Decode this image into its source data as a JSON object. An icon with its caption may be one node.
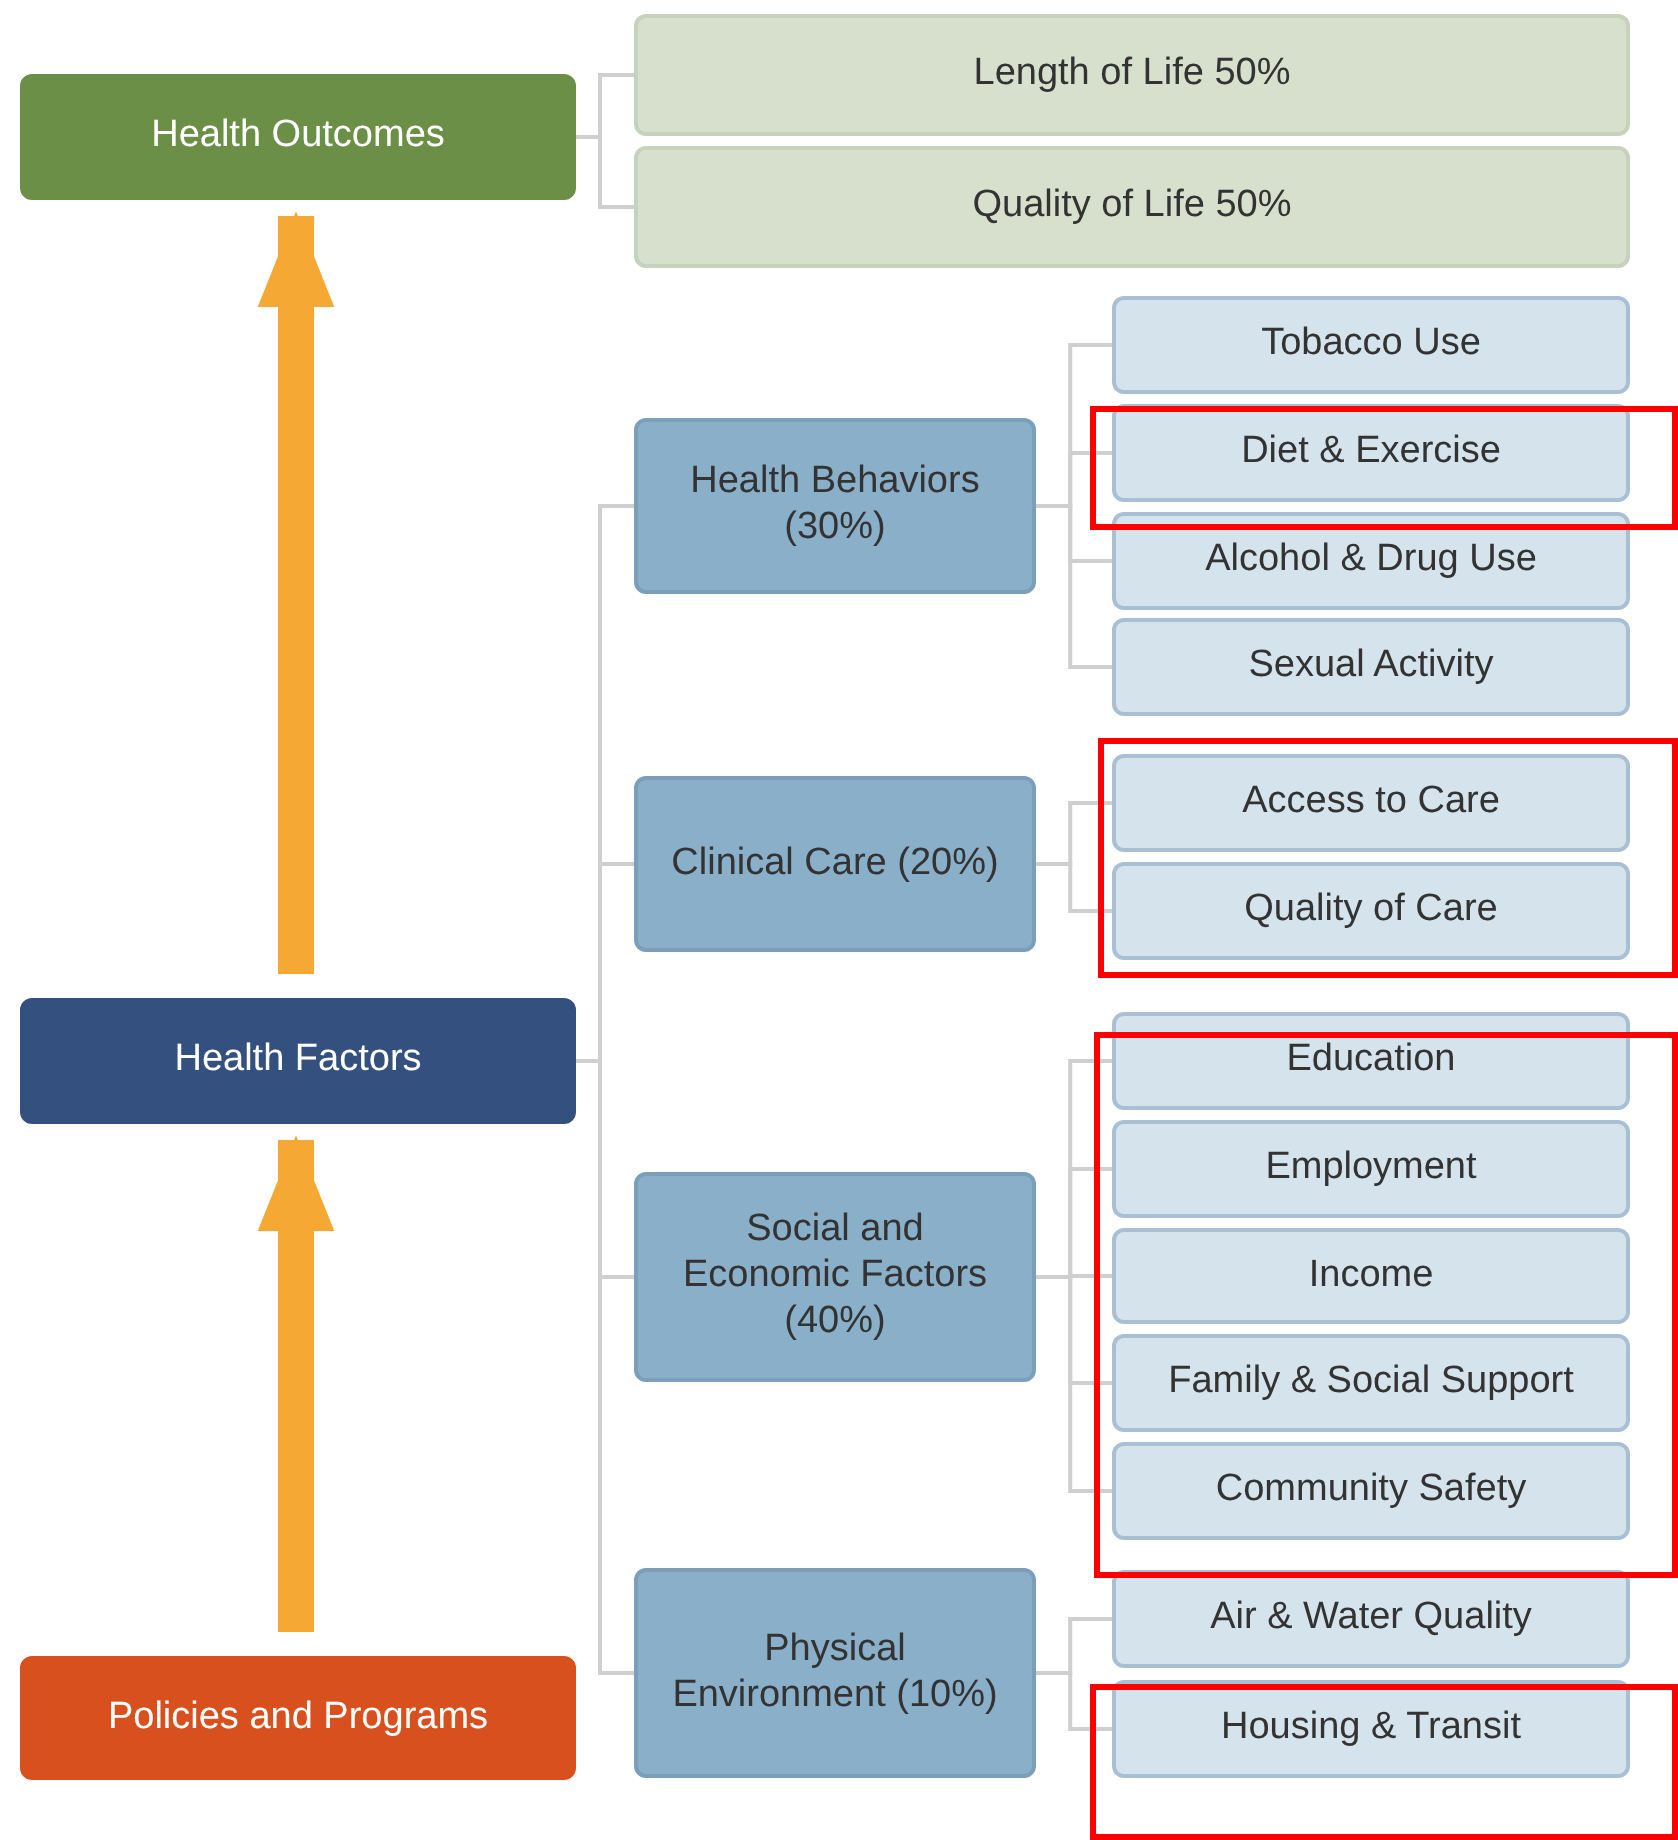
{
  "diagram": {
    "nodes": [
      {
        "text": [
          "Health Outcomes"
        ]
      },
      {
        "text": [
          "Length of Life 50%"
        ]
      },
      {
        "text": [
          "Quality of Life 50%"
        ]
      },
      {
        "text": [
          "Health Factors"
        ]
      },
      {
        "text": [
          "Health Behaviors (30%)"
        ]
      },
      {
        "text": [
          "Tobacco Use"
        ]
      },
      {
        "text": [
          "Diet & Exercise"
        ]
      },
      {
        "text": [
          "Alcohol & Drug Use"
        ]
      },
      {
        "text": [
          "Sexual Activity"
        ]
      },
      {
        "text": [
          "Clinical Care (20%)"
        ]
      },
      {
        "text": [
          "Access to Care"
        ]
      },
      {
        "text": [
          "Quality of Care"
        ]
      },
      {
        "text": [
          "Social and Economic Factors (40%)"
        ]
      },
      {
        "text": [
          "Education"
        ]
      },
      {
        "text": [
          "Employment"
        ]
      },
      {
        "text": [
          "Income"
        ]
      },
      {
        "text": [
          "Family & Social Support"
        ]
      },
      {
        "text": [
          "Community Safety"
        ]
      },
      {
        "text": [
          "Physical Environment (10%)"
        ]
      },
      {
        "text": [
          "Air & Water Quality"
        ]
      },
      {
        "text": [
          "Housing & Transit"
        ]
      },
      {
        "text": [
          "Policies and Programs"
        ]
      }
    ],
    "edges": [
      {
        "from": 0,
        "to": 1,
        "arrow": "none"
      },
      {
        "from": 0,
        "to": 2,
        "arrow": "none"
      },
      {
        "from": 3,
        "to": 4,
        "arrow": "none"
      },
      {
        "from": 3,
        "to": 9,
        "arrow": "none"
      },
      {
        "from": 3,
        "to": 12,
        "arrow": "none"
      },
      {
        "from": 3,
        "to": 18,
        "arrow": "none"
      },
      {
        "from": 4,
        "to": 5,
        "arrow": "none"
      },
      {
        "from": 4,
        "to": 6,
        "arrow": "none"
      },
      {
        "from": 4,
        "to": 7,
        "arrow": "none"
      },
      {
        "from": 4,
        "to": 8,
        "arrow": "none"
      },
      {
        "from": 9,
        "to": 10,
        "arrow": "none"
      },
      {
        "from": 9,
        "to": 11,
        "arrow": "none"
      },
      {
        "from": 12,
        "to": 13,
        "arrow": "none"
      },
      {
        "from": 12,
        "to": 14,
        "arrow": "none"
      },
      {
        "from": 12,
        "to": 15,
        "arrow": "none"
      },
      {
        "from": 12,
        "to": 16,
        "arrow": "none"
      },
      {
        "from": 12,
        "to": 17,
        "arrow": "none"
      },
      {
        "from": 18,
        "to": 19,
        "arrow": "none"
      },
      {
        "from": 18,
        "to": 20,
        "arrow": "none"
      },
      {
        "from": 3,
        "to": 0,
        "arrow": "to",
        "style": "thick",
        "color": "#f5a833"
      },
      {
        "from": 21,
        "to": 3,
        "arrow": "to",
        "style": "thick",
        "color": "#f5a833"
      }
    ]
  }
}
